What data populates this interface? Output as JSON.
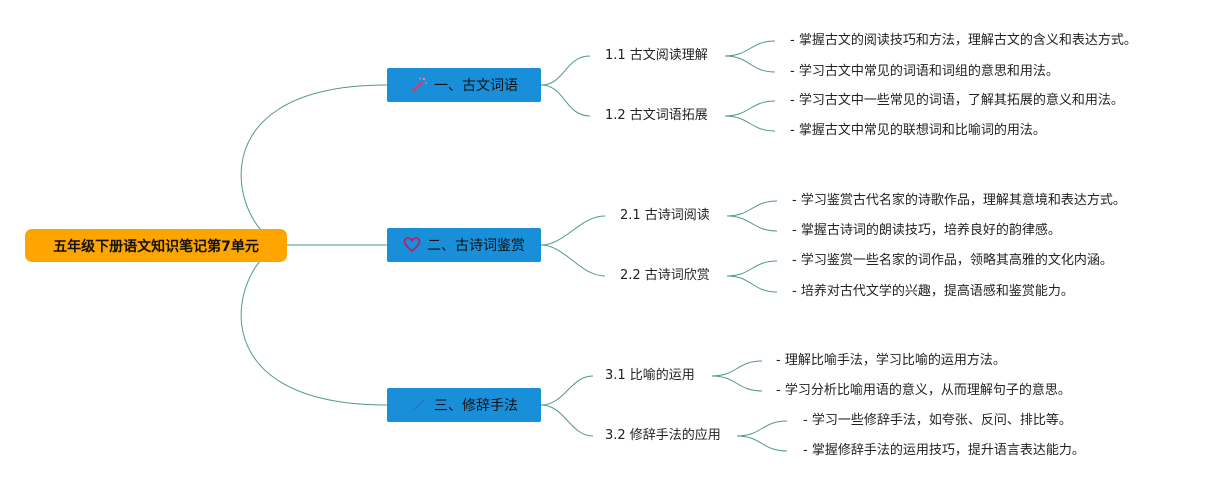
{
  "root": {
    "label": "五年级下册语文知识笔记第7单元"
  },
  "topics": [
    {
      "label": "一、古文词语",
      "icon": "magic-wand-icon",
      "subtopics": [
        {
          "label": "1.1 古文阅读理解",
          "leaves": [
            "- 掌握古文的阅读技巧和方法，理解古文的含义和表达方式。",
            "- 学习古文中常见的词语和词组的意思和用法。"
          ]
        },
        {
          "label": "1.2 古文词语拓展",
          "leaves": [
            "- 学习古文中一些常见的词语，了解其拓展的意义和用法。",
            "- 掌握古文中常见的联想词和比喻词的用法。"
          ]
        }
      ]
    },
    {
      "label": "二、古诗词鉴赏",
      "icon": "heart-icon",
      "subtopics": [
        {
          "label": "2.1 古诗词阅读",
          "leaves": [
            "- 学习鉴赏古代名家的诗歌作品，理解其意境和表达方式。",
            "- 掌握古诗词的朗读技巧，培养良好的韵律感。"
          ]
        },
        {
          "label": "2.2 古诗词欣赏",
          "leaves": [
            "- 学习鉴赏一些名家的词作品，领略其高雅的文化内涵。",
            "- 培养对古代文学的兴趣，提高语感和鉴赏能力。"
          ]
        }
      ]
    },
    {
      "label": "三、修辞手法",
      "icon": "pencil-icon",
      "subtopics": [
        {
          "label": "3.1 比喻的运用",
          "leaves": [
            "- 理解比喻手法，学习比喻的运用方法。",
            "- 学习分析比喻用语的意义，从而理解句子的意思。"
          ]
        },
        {
          "label": "3.2 修辞手法的应用",
          "leaves": [
            "- 学习一些修辞手法，如夸张、反问、排比等。",
            "- 掌握修辞手法的运用技巧，提升语言表达能力。"
          ]
        }
      ]
    }
  ],
  "colors": {
    "root": "#ffa500",
    "topic": "#1a8fd9",
    "connector": "#4e9a86"
  }
}
